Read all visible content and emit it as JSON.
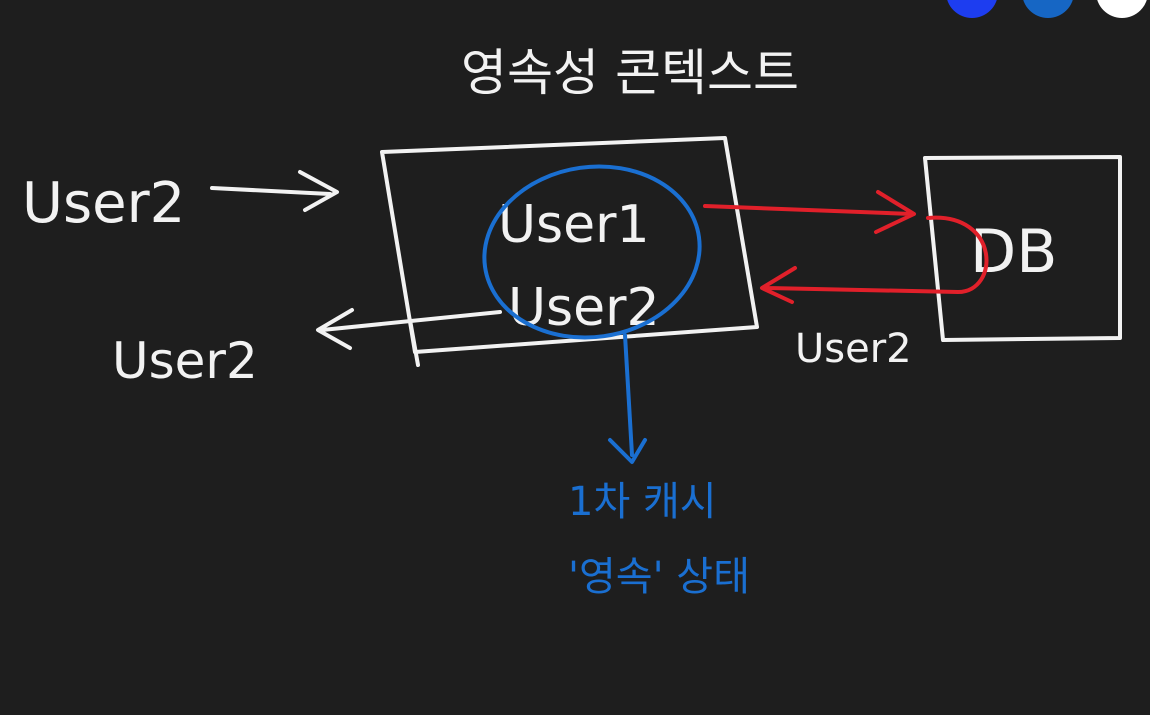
{
  "title": "영속성 콘텍스트",
  "labels": {
    "user2_incoming": "User2",
    "user2_outgoing": "User2",
    "user2_from_db": "User2",
    "context_user1": "User1",
    "context_user2": "User2",
    "db": "DB"
  },
  "notes": {
    "cache": "1차 캐시",
    "state": "'영속' 상태"
  },
  "colors": {
    "background": "#1e1e1e",
    "ink": "#f2f2f2",
    "red": "#e1202a",
    "blue": "#1a6fd1"
  },
  "toolbar": {
    "icons": [
      "blue-color-swatch-icon",
      "teal-color-swatch-icon",
      "white-color-swatch-icon"
    ]
  }
}
